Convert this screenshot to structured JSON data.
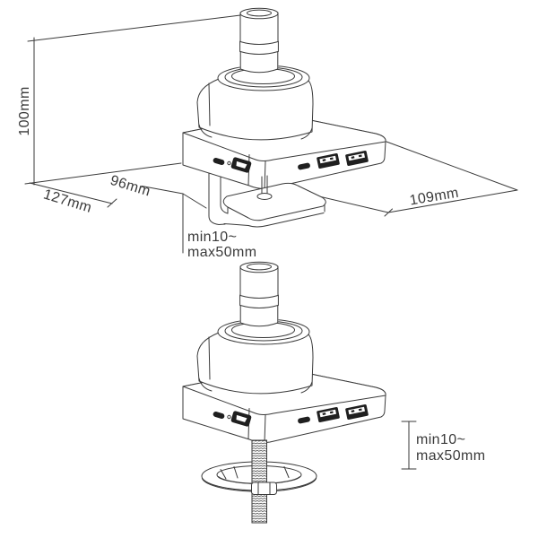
{
  "colors": {
    "background": "#ffffff",
    "line": "#3a3a3a",
    "text": "#3a3a3a",
    "port_fill": "#1f1f1f"
  },
  "top_view": {
    "labels": {
      "height": "100mm",
      "depth": "127mm",
      "clamp_inset": "96mm",
      "width": "109mm",
      "clamp_range_line1": "min10~",
      "clamp_range_line2": "max50mm"
    }
  },
  "bottom_view": {
    "labels": {
      "grommet_range_line1": "min10~",
      "grommet_range_line2": "max50mm"
    }
  }
}
